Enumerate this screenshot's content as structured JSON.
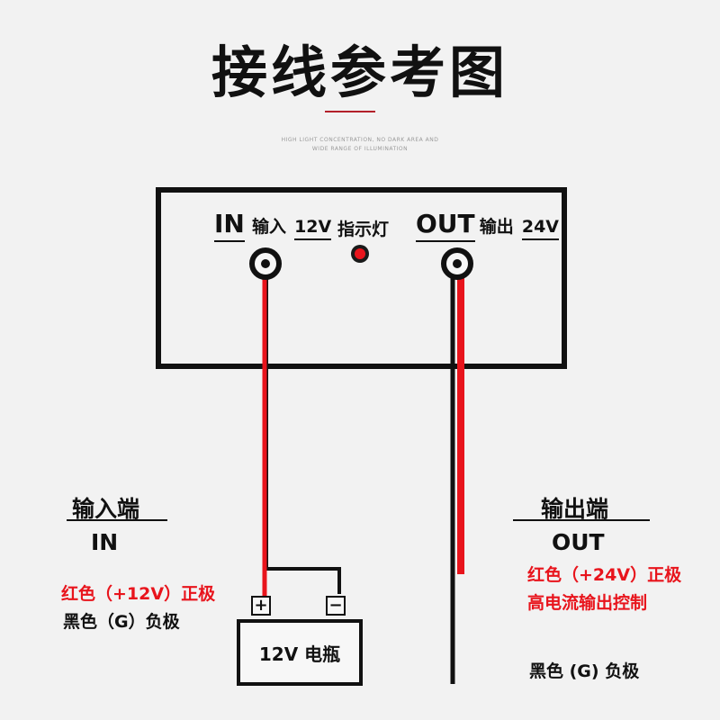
{
  "title": "接线参考图",
  "subtitle_lines": [
    "HIGH LIGHT CONCENTRATION, NO DARK AREA AND",
    "WIDE RANGE OF ILLUMINATION"
  ],
  "module": {
    "in_label": "IN",
    "in_text": "输入",
    "in_voltage": "12V",
    "indicator_label": "指示灯",
    "out_label": "OUT",
    "out_text": "输出",
    "out_voltage": "24V"
  },
  "input_section": {
    "title": "输入端",
    "code": "IN",
    "red_note": "红色（+12V）正极",
    "black_note": "黑色（G）负极"
  },
  "output_section": {
    "title": "输出端",
    "code": "OUT",
    "red_note": "红色（+24V）正极",
    "red_note2": "高电流输出控制",
    "black_note": "黑色 (G) 负极"
  },
  "battery": {
    "label": "12V 电瓶",
    "plus": "+",
    "minus": "−"
  },
  "colors": {
    "wire_red": "#e8141c",
    "wire_black": "#111111",
    "indicator": "#e8141c",
    "accent_line": "#b3202a"
  }
}
